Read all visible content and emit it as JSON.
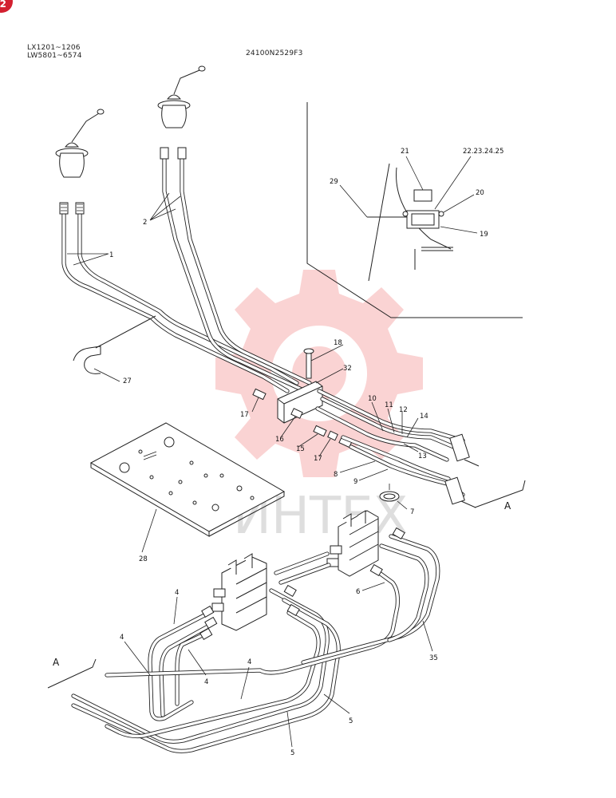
{
  "header": {
    "model_line1": "LX1201~1206",
    "model_line2": "LW5801~6574",
    "drawing_no": "24100N2529F3",
    "badge": "2"
  },
  "watermark": {
    "text": "ИНТЕХ",
    "color": "#f08080"
  },
  "callouts": {
    "c1": "1",
    "c2": "2",
    "c4a": "4",
    "c4b": "4",
    "c4c": "4",
    "c4d": "4",
    "c5a": "5",
    "c5b": "5",
    "c6": "6",
    "c7": "7",
    "c8": "8",
    "c9": "9",
    "c10": "10",
    "c11": "11",
    "c12": "12",
    "c13": "13",
    "c14": "14",
    "c15": "15",
    "c16": "16",
    "c17a": "17",
    "c17b": "17",
    "c18": "18",
    "c19": "19",
    "c20": "20",
    "c21": "21",
    "c22": "22.23.24.25",
    "c27": "27",
    "c28": "28",
    "c29": "29",
    "c32": "32",
    "c35": "35",
    "secA1": "A",
    "secA2": "A"
  }
}
